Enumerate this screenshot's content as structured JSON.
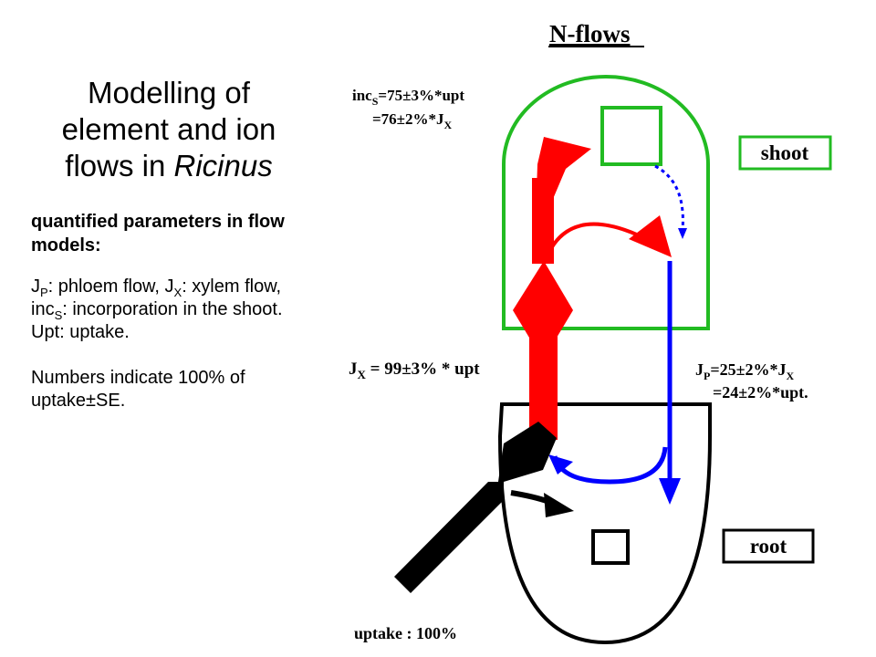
{
  "slide": {
    "title_line1": "Modelling of",
    "title_line2": "element and ion",
    "title_line3_prefix": "flows in ",
    "title_line3_italic": "Ricinus",
    "params_heading": "quantified parameters in flow models:",
    "para1": {
      "j": "J",
      "p_sub": "P",
      "t1": ": phloem flow, ",
      "j2": "J",
      "x_sub": "X",
      "t2": ": xylem flow, inc",
      "s_sub": "S",
      "t3": ": incorporation in the shoot. Upt: uptake."
    },
    "para2": "Numbers indicate 100% of uptake±SE."
  },
  "diagram": {
    "title": "N-flows",
    "shoot_label": "shoot",
    "root_label": "root",
    "inc": {
      "line1_a": "inc",
      "line1_sub": "S",
      "line1_b": "=75±3%*upt",
      "line2_a": "=76±2%*J",
      "line2_sub": "X"
    },
    "jx": {
      "a": "J",
      "sub": "X",
      "b": " = 99±3% * upt"
    },
    "jp": {
      "line1_a": "J",
      "line1_sub": "P",
      "line1_b": "=25±2%*J",
      "line1_sub2": "X",
      "line2": "=24±2%*upt."
    },
    "uptake_label": "uptake : 100%",
    "colors": {
      "xylem": "#ff0000",
      "phloem": "#0000ff",
      "uptake": "#000000",
      "shoot": "#22bb22",
      "root": "#000000"
    }
  }
}
